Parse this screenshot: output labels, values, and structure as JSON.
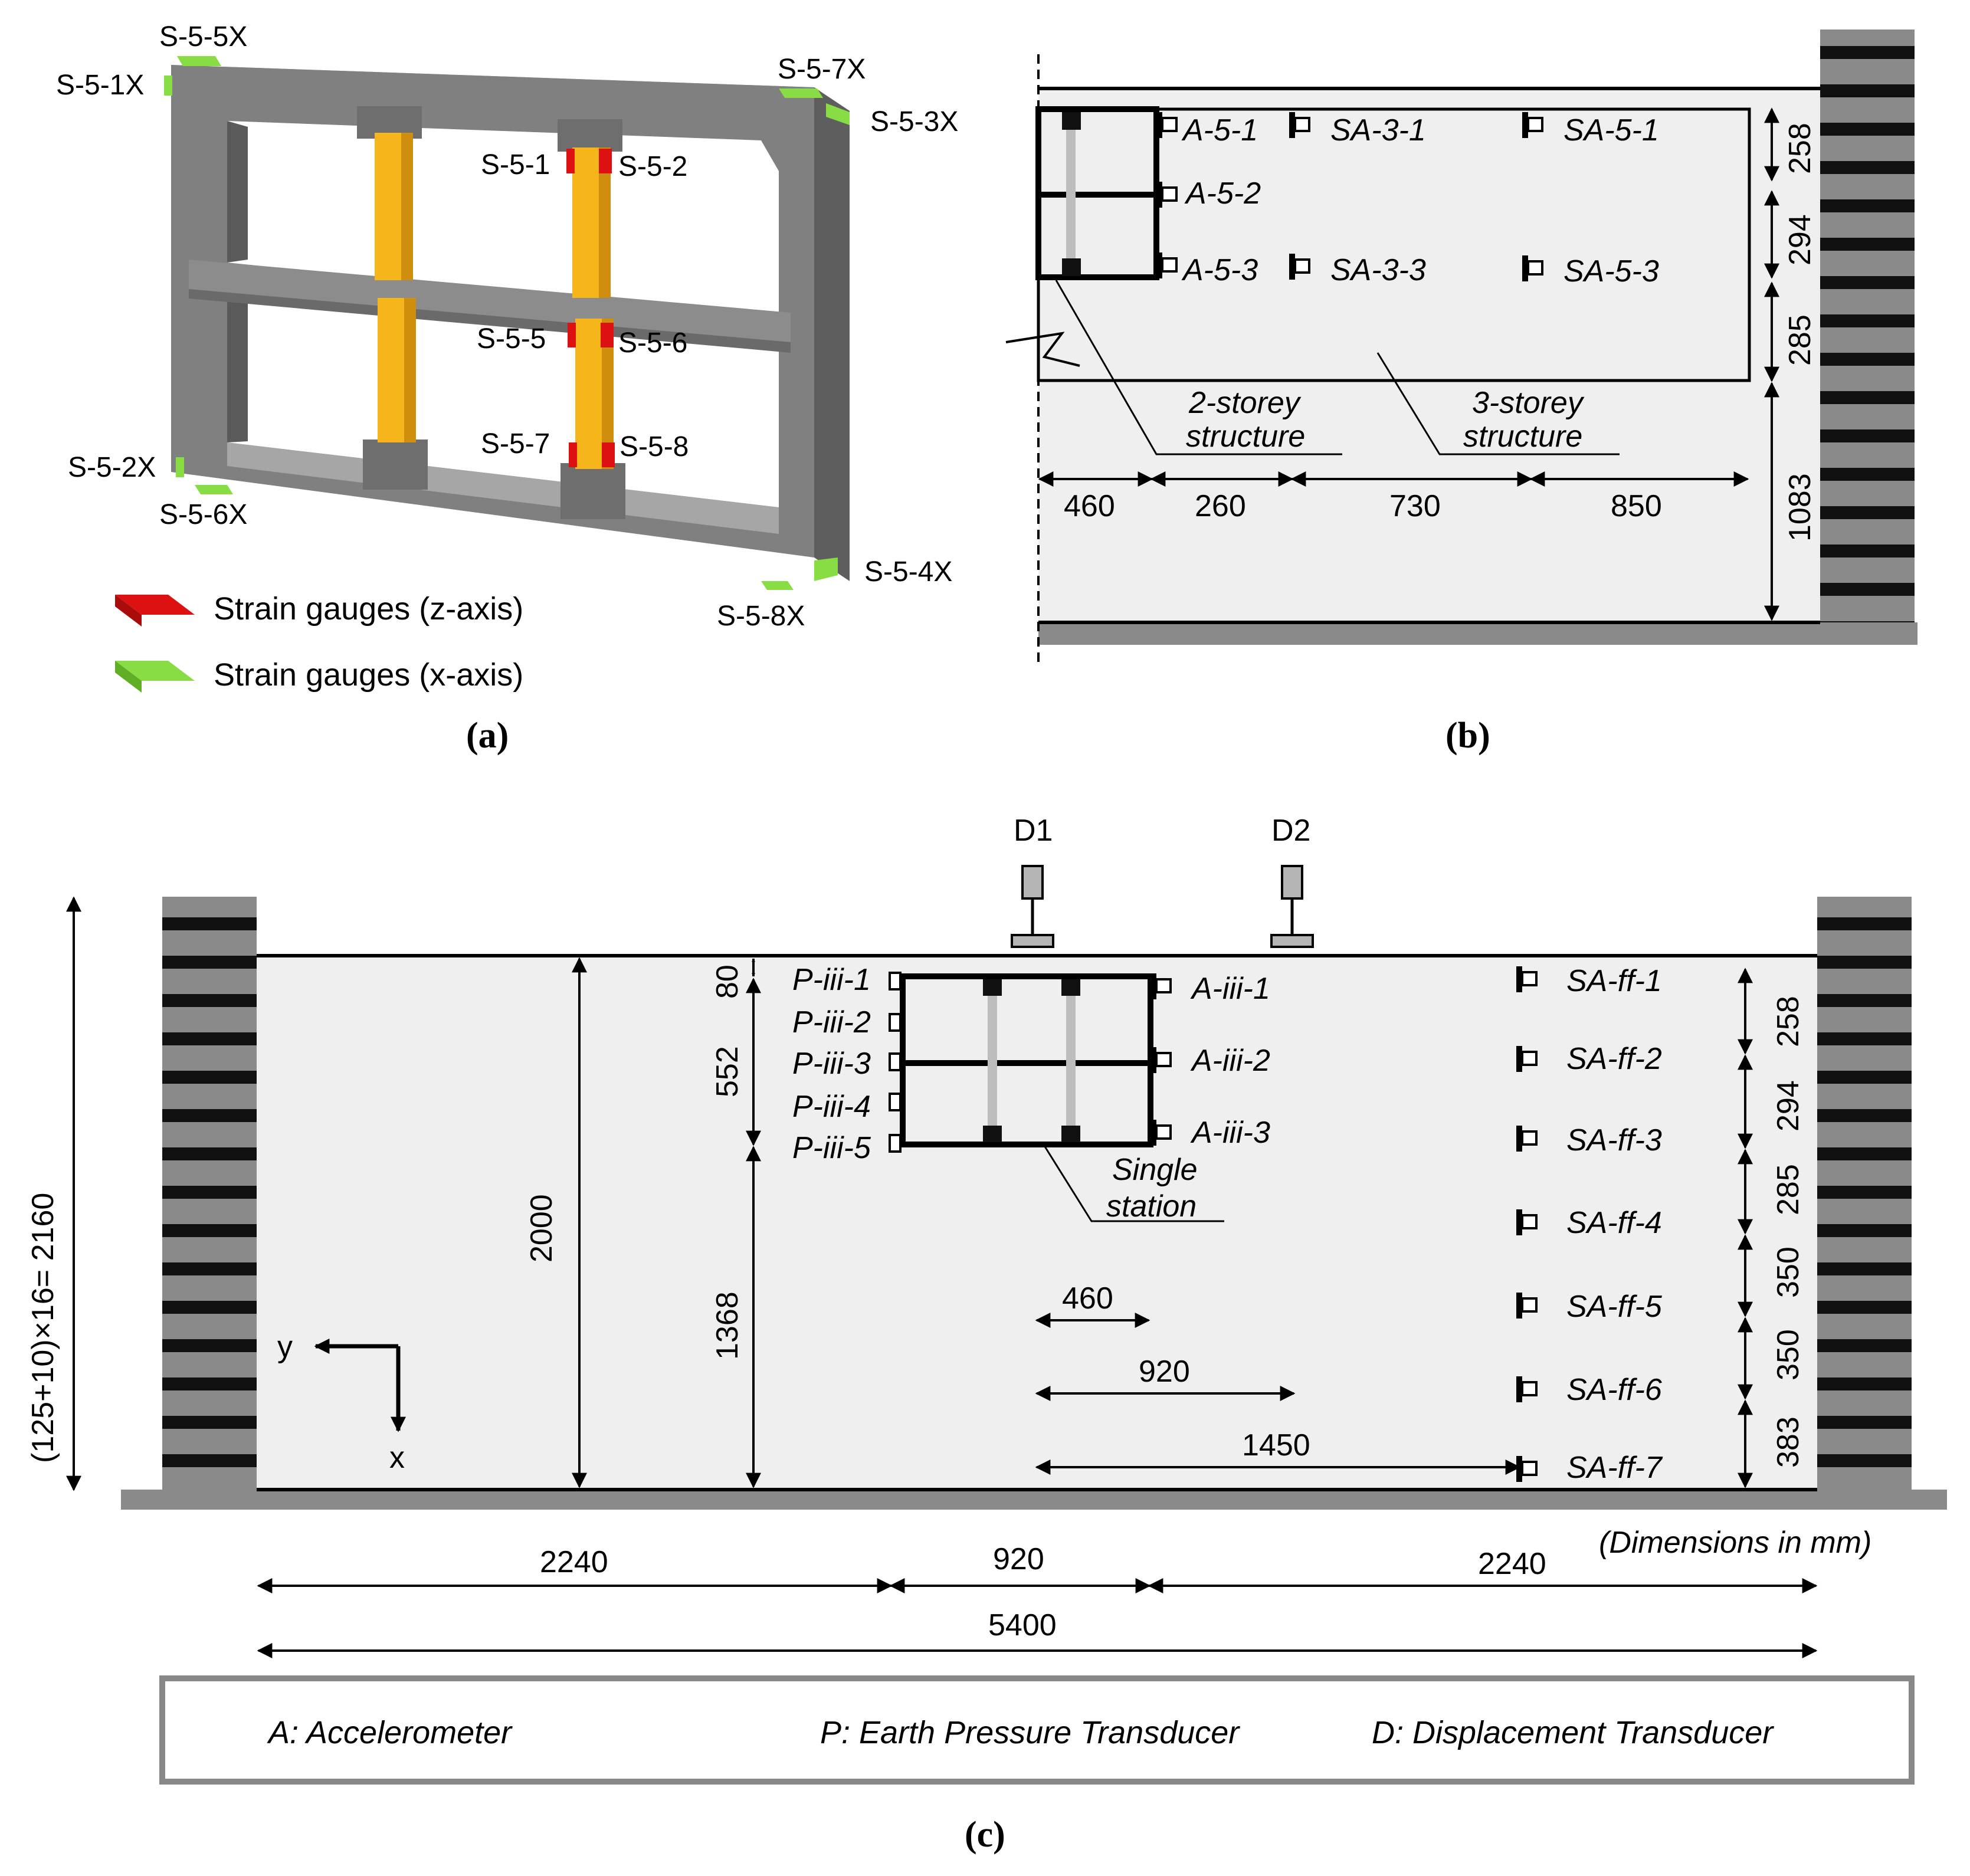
{
  "panel_a": {
    "caption": "(a)",
    "gauges_x": [
      "S-5-5X",
      "S-5-1X",
      "S-5-7X",
      "S-5-3X",
      "S-5-2X",
      "S-5-6X",
      "S-5-4X",
      "S-5-8X"
    ],
    "gauges_z": [
      "S-5-1",
      "S-5-2",
      "S-5-5",
      "S-5-6",
      "S-5-7",
      "S-5-8"
    ],
    "legend": {
      "z_axis": "Strain gauges (z-axis)",
      "x_axis": "Strain gauges (x-axis)",
      "z_color": "#dd1111",
      "x_color": "#88dd44"
    },
    "colors": {
      "frame": "#808080",
      "column": "#f5b51b"
    }
  },
  "panel_b": {
    "caption": "(b)",
    "sensors": [
      "A-5-1",
      "SA-3-1",
      "SA-5-1",
      "A-5-2",
      "A-5-3",
      "SA-3-3",
      "SA-5-3"
    ],
    "labels": {
      "two_storey_1": "2-storey",
      "two_storey_2": "structure",
      "three_storey_1": "3-storey",
      "three_storey_2": "structure"
    },
    "dims_h": [
      "460",
      "260",
      "730",
      "850"
    ],
    "dims_v": [
      "258",
      "294",
      "285",
      "1083"
    ]
  },
  "panel_c": {
    "caption": "(c)",
    "disp": [
      "D1",
      "D2"
    ],
    "pressure": [
      "P-iii-1",
      "P-iii-2",
      "P-iii-3",
      "P-iii-4",
      "P-iii-5"
    ],
    "acc": [
      "A-iii-1",
      "A-iii-2",
      "A-iii-3"
    ],
    "ff": [
      "SA-ff-1",
      "SA-ff-2",
      "SA-ff-3",
      "SA-ff-4",
      "SA-ff-5",
      "SA-ff-6",
      "SA-ff-7"
    ],
    "station_1": "Single",
    "station_2": "station",
    "dims_v_left": [
      "80",
      "552",
      "1368",
      "2000"
    ],
    "dims_v_right": [
      "258",
      "294",
      "285",
      "350",
      "350",
      "383"
    ],
    "dims_h_inner": [
      "460",
      "920",
      "1450"
    ],
    "dims_h_bottom": [
      "2240",
      "920",
      "2240",
      "5400"
    ],
    "container_dim": "(125+10)×16= 2160",
    "axis_y": "y",
    "axis_x": "x",
    "units_note": "(Dimensions in mm)",
    "legend": [
      "A: Accelerometer",
      "P: Earth Pressure Transducer",
      "D: Displacement Transducer"
    ]
  }
}
